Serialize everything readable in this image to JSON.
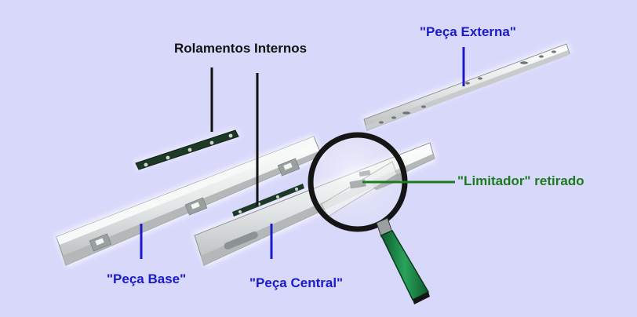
{
  "labels": {
    "bearings": "Rolamentos Internos",
    "outer_part": "\"Peça Externa\"",
    "limiter": "\"Limitador\" retirado",
    "base_part": "\"Peça Base\"",
    "central_part": "\"Peça Central\""
  },
  "colors": {
    "background": "#d8d8fb",
    "black_label": "#111111",
    "blue_label": "#1a1acc",
    "green_label": "#1e7a1e",
    "rail": "#e6e9e9",
    "bearing_strip": "#1d3a27",
    "magnifier_handle": "#1f8a4a"
  },
  "icons": {
    "magnifier": "magnifying-glass-icon"
  }
}
